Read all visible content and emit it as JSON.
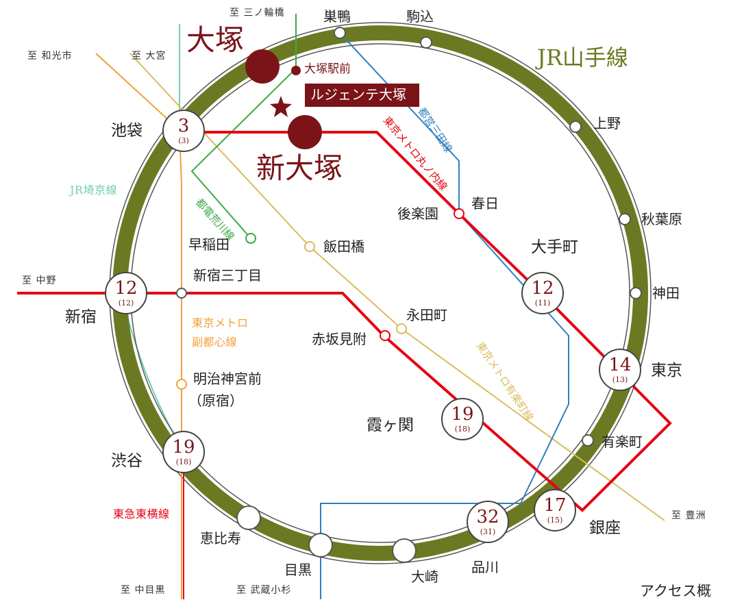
{
  "title_main_station": "大塚",
  "title_sub_station": "新大塚",
  "property_name": "ルジェンテ大塚",
  "stop_otsuka_ekimae": "大塚駅前",
  "lines": {
    "yamanote": "JR山手線",
    "saikyo": "JR埼京線",
    "arakawa": "都電荒川線",
    "mita": "都営三田線",
    "marunouchi": "東京メトロ丸ノ内線",
    "fukutoshin_1": "東京メトロ",
    "fukutoshin_2": "副都心線",
    "yurakucho": "東京メトロ有楽町線",
    "toyoko": "東急東横線"
  },
  "directions": {
    "minowabashi": "至 三ノ輪橋",
    "wakoshi": "至 和光市",
    "omiya": "至 大宮",
    "nakano": "至 中野",
    "toyosu": "至 豊洲",
    "nakameguro": "至 中目黒",
    "musashikosugi": "至 武蔵小杉"
  },
  "stations": {
    "sugamo": "巣鴨",
    "komagome": "駒込",
    "ueno": "上野",
    "akihabara": "秋葉原",
    "kanda": "神田",
    "tokyo": "東京",
    "yurakucho": "有楽町",
    "ginza": "銀座",
    "shinagawa": "品川",
    "osaki": "大崎",
    "meguro": "目黒",
    "ebisu": "恵比寿",
    "shibuya": "渋谷",
    "meijijingumae": "明治神宮前",
    "harajuku": "（原宿）",
    "shinjuku": "新宿",
    "shinjukusanchome": "新宿三丁目",
    "waseda": "早稲田",
    "ikebukuro": "池袋",
    "iidabashi": "飯田橋",
    "korakuen": "後楽園",
    "kasuga": "春日",
    "otemachi": "大手町",
    "nagatacho": "永田町",
    "akasakamitsuke": "赤坂見附",
    "kasumigaseki": "霞ヶ関"
  },
  "minutes": {
    "ikebukuro": {
      "main": "3",
      "sub": "(3)"
    },
    "shinjuku": {
      "main": "12",
      "sub": "(12)"
    },
    "otemachi": {
      "main": "12",
      "sub": "(11)"
    },
    "tokyo": {
      "main": "14",
      "sub": "(13)"
    },
    "kasumigaseki": {
      "main": "19",
      "sub": "(18)"
    },
    "shibuya": {
      "main": "19",
      "sub": "(18)"
    },
    "ginza": {
      "main": "17",
      "sub": "(15)"
    },
    "shinagawa": {
      "main": "32",
      "sub": "(31)"
    }
  },
  "footer_caption": "アクセス概",
  "colors": {
    "yamanote": "#6b7a22",
    "marunouchi": "#e60012",
    "mita": "#2f7fbf",
    "arakawa": "#3aa845",
    "saikyo": "#6fcfae",
    "fukutoshin": "#f0a038",
    "yurakucho": "#d8bc5a",
    "toyoko": "#e60012",
    "brand": "#7a1418"
  }
}
